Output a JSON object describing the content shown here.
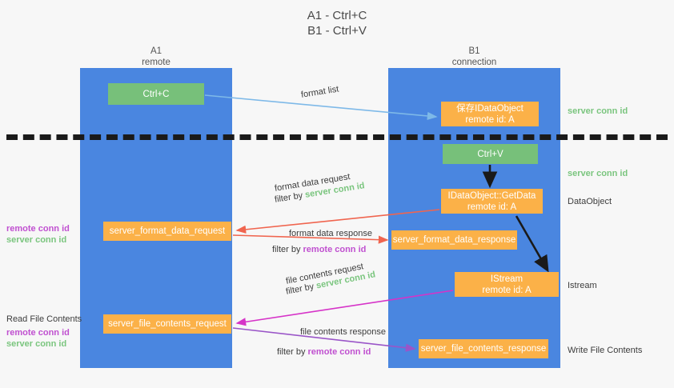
{
  "title": {
    "line1": "A1 - Ctrl+C",
    "line2": "B1 - Ctrl+V"
  },
  "columns": {
    "left": {
      "name": "A1",
      "role": "remote"
    },
    "right": {
      "name": "B1",
      "role": "connection"
    }
  },
  "nodes": {
    "ctrl_c": {
      "line1": "Ctrl+C",
      "line2": "",
      "color": "#77c07a"
    },
    "idataobject": {
      "line1": "保存IDataObject",
      "line2": "remote id: A",
      "color": "#fbb148"
    },
    "ctrl_v": {
      "line1": "Ctrl+V",
      "line2": "",
      "color": "#77c07a"
    },
    "getdata": {
      "line1": "IDataObject::GetData",
      "line2": "remote id: A",
      "color": "#fbb148"
    },
    "format_data_request": {
      "line1": "server_format_data_request",
      "line2": "",
      "color": "#fbb148"
    },
    "format_data_response": {
      "line1": "server_format_data_response",
      "line2": "",
      "color": "#fbb148"
    },
    "istream": {
      "line1": "IStream",
      "line2": "remote id: A",
      "color": "#fbb148"
    },
    "file_contents_request": {
      "line1": "server_file_contents_request",
      "line2": "",
      "color": "#fbb148"
    },
    "file_contents_response": {
      "line1": "server_file_contents_response",
      "line2": "",
      "color": "#fbb148"
    }
  },
  "edge_labels": {
    "format_list": "format list",
    "format_data_request": "format data request",
    "format_data_request_filter_prefix": "filter by ",
    "format_data_request_filter_key": "server conn id",
    "format_data_response": "format data response",
    "format_data_response_filter_prefix": "filter by ",
    "format_data_response_filter_key": "remote conn id",
    "file_contents_request": "file contents request",
    "file_contents_request_filter_prefix": "filter by ",
    "file_contents_request_filter_key": "server conn id",
    "file_contents_response": "file contents response",
    "file_contents_response_filter_prefix": "filter by ",
    "file_contents_response_filter_key": "remote conn id"
  },
  "annotations": {
    "right": {
      "server_conn_id_1": "server conn id",
      "server_conn_id_2": "server conn id",
      "dataobject": "DataObject",
      "istream": "Istream",
      "write_file_contents": "Write File Contents"
    },
    "left": {
      "remote_conn_id_1": "remote conn id",
      "server_conn_id_1": "server conn id",
      "read_file_contents": "Read File Contents",
      "remote_conn_id_2": "remote conn id",
      "server_conn_id_2": "server conn id"
    }
  },
  "colors": {
    "lane": "#4a86e0",
    "green_node": "#77c07a",
    "orange_node": "#fbb148",
    "green_text": "#7ac57e",
    "magenta_text": "#c050d0",
    "arrow_blue": "#7eb9e8",
    "arrow_red": "#f0654f",
    "arrow_magenta": "#d633c8",
    "arrow_purple": "#9a55c8",
    "arrow_black": "#1a1a1a",
    "background": "#f7f7f7"
  }
}
